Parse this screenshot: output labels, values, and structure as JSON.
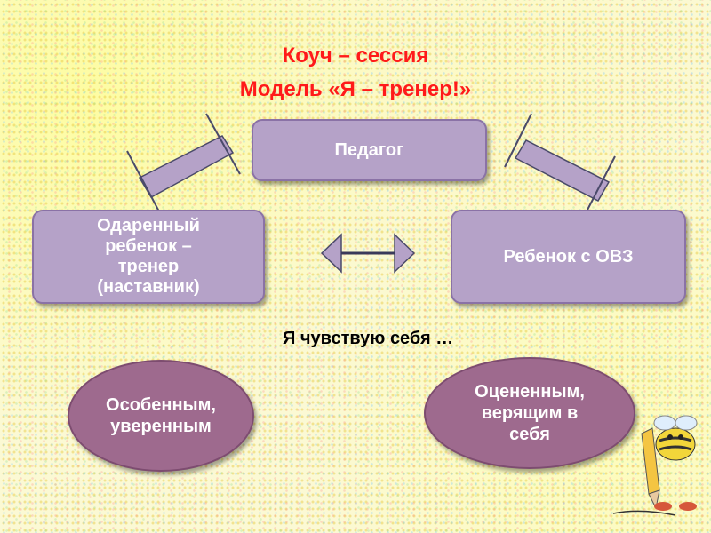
{
  "slide": {
    "title_line1": "Коуч – сессия",
    "title_line2": "Модель «Я – тренер!»",
    "teacher_box": "Педагог",
    "gifted_child_box": "Одаренный ребенок – тренер (наставник)",
    "ovz_child_box": "Ребенок с ОВЗ",
    "feel_text": "Я  чувствую  себя …",
    "oval_left": "Особенным, уверенным",
    "oval_right": "Оцененным, верящим в себя"
  },
  "colors": {
    "title": "#ff1a1a",
    "box_fill": "#b5a2c8",
    "oval_fill": "#9e6a8e"
  }
}
